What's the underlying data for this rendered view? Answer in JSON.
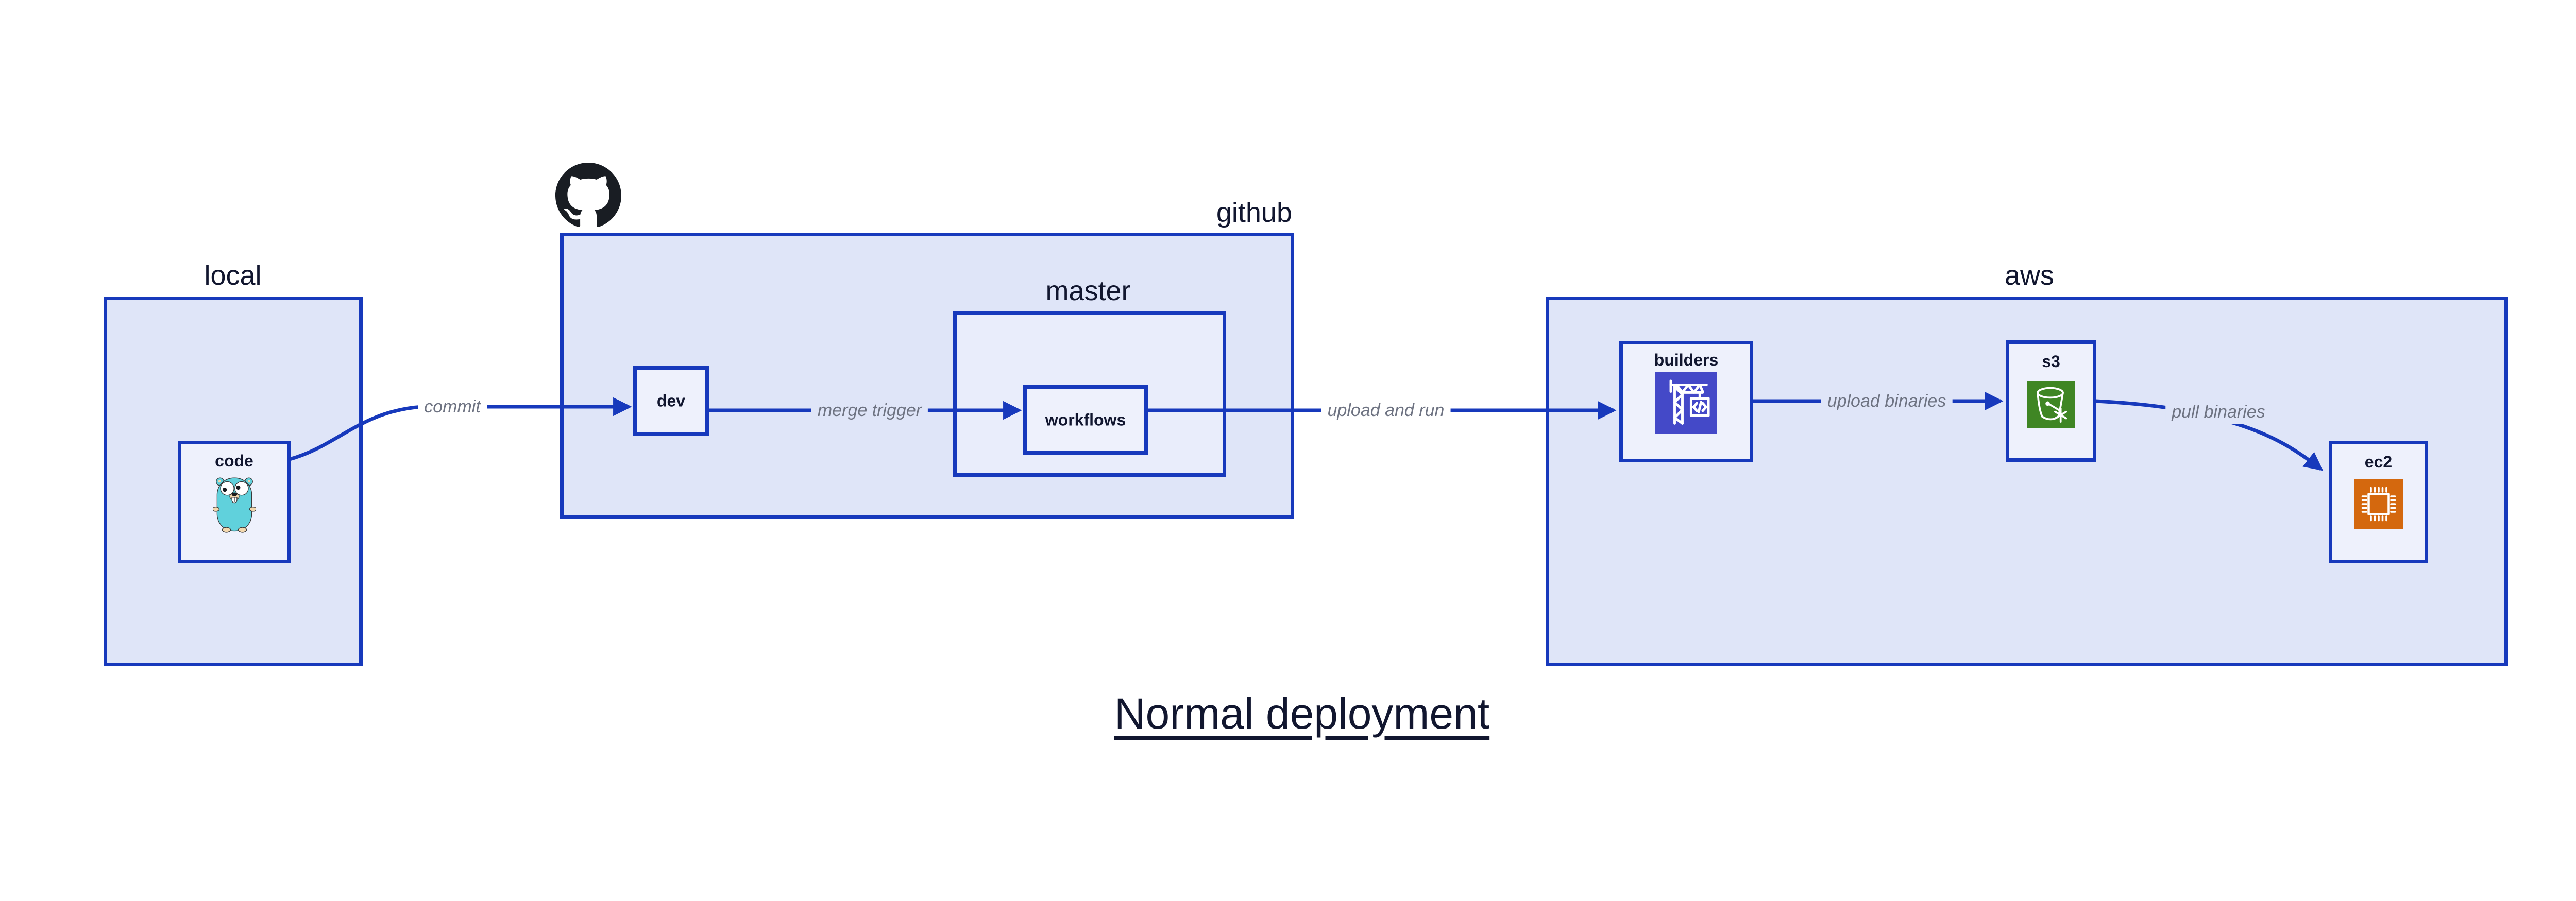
{
  "diagram": {
    "title": "Normal deployment",
    "containers": {
      "local": {
        "label": "local"
      },
      "github": {
        "label": "github"
      },
      "master": {
        "label": "master"
      },
      "aws": {
        "label": "aws"
      }
    },
    "nodes": {
      "code": {
        "label": "code",
        "icon": "go-gopher-icon"
      },
      "dev": {
        "label": "dev"
      },
      "workflows": {
        "label": "workflows"
      },
      "builders": {
        "label": "builders",
        "icon": "codebuild-crane-icon"
      },
      "s3": {
        "label": "s3",
        "icon": "s3-glacier-bucket-icon"
      },
      "ec2": {
        "label": "ec2",
        "icon": "ec2-chip-icon"
      }
    },
    "edges": {
      "commit": {
        "label": "commit",
        "from": "code",
        "to": "dev"
      },
      "merge_trigger": {
        "label": "merge trigger",
        "from": "dev",
        "to": "workflows"
      },
      "upload_and_run": {
        "label": "upload and run",
        "from": "workflows",
        "to": "builders"
      },
      "upload_binaries": {
        "label": "upload binaries",
        "from": "builders",
        "to": "s3"
      },
      "pull_binaries": {
        "label": "pull binaries",
        "from": "s3",
        "to": "ec2"
      }
    },
    "icons": {
      "github_logo": "octocat-icon"
    },
    "colors": {
      "border_blue": "#1739bc",
      "container_fill": "#dfe5f8",
      "master_fill": "#e9edfb",
      "node_fill": "#eef1fc",
      "label_gray": "#6e7382",
      "text_navy": "#11162f",
      "codebuild_purple": "#4449c8",
      "s3_green": "#3f8624",
      "ec2_orange": "#d4680e",
      "gopher_teal": "#60d1dc",
      "gopher_skin": "#f3d8ae",
      "octocat_black": "#191d23"
    }
  }
}
